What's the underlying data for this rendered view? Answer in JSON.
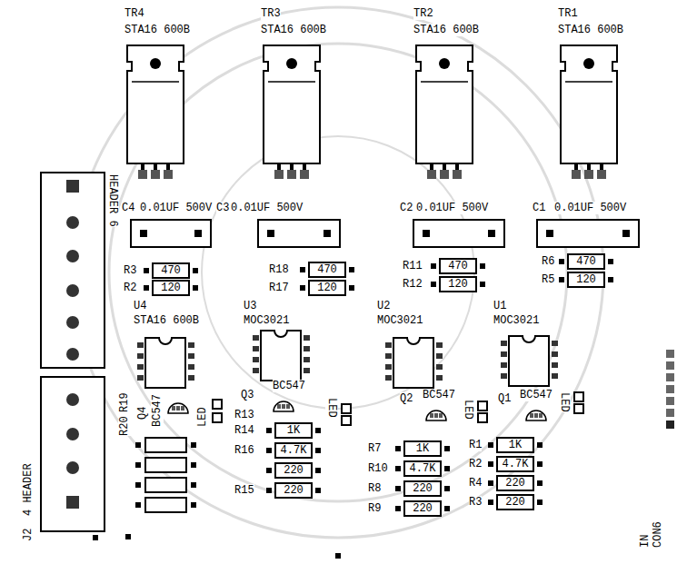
{
  "diagram": {
    "nodes": [
      {
        "text": [
          "TR4",
          "STA16 600B"
        ]
      },
      {
        "text": [
          "TR3",
          "STA16 600B"
        ]
      },
      {
        "text": [
          "TR2",
          "STA16 600B"
        ]
      },
      {
        "text": [
          "TR1",
          "STA16 600B"
        ]
      },
      {
        "text": [
          "HEADER 6"
        ]
      },
      {
        "text": [
          "C4",
          "0.01UF 500V"
        ]
      },
      {
        "text": [
          "C3",
          "0.01UF 500V"
        ]
      },
      {
        "text": [
          "C2",
          "0.01UF 500V"
        ]
      },
      {
        "text": [
          "C1",
          "0.01UF 500V"
        ]
      },
      {
        "text": [
          "470"
        ]
      },
      {
        "text": [
          "470"
        ]
      },
      {
        "text": [
          "470"
        ]
      },
      {
        "text": [
          "470"
        ]
      },
      {
        "text": [
          "120"
        ]
      },
      {
        "text": [
          "120"
        ]
      },
      {
        "text": [
          "120"
        ]
      },
      {
        "text": [
          "120"
        ]
      },
      {
        "text": [
          "U4",
          "STA16 600B"
        ]
      },
      {
        "text": [
          "U3",
          "MOC3021"
        ]
      },
      {
        "text": [
          "U2",
          "MOC3021"
        ]
      },
      {
        "text": [
          "U1",
          "MOC3021"
        ]
      },
      {
        "text": [
          "J2",
          "4 HEADER"
        ]
      },
      {
        "text": [
          "1K"
        ]
      },
      {
        "text": [
          "4.7K"
        ]
      },
      {
        "text": [
          "220"
        ]
      },
      {
        "text": [
          "220"
        ]
      },
      {
        "text": [
          "1K"
        ]
      },
      {
        "text": [
          "4.7K"
        ]
      },
      {
        "text": [
          "220"
        ]
      },
      {
        "text": [
          "220"
        ]
      },
      {
        "text": [
          "1K"
        ]
      },
      {
        "text": [
          "4.7K"
        ]
      },
      {
        "text": [
          "220"
        ]
      },
      {
        "text": [
          "220"
        ]
      }
    ],
    "labels": [
      "R3",
      "R2",
      "R18",
      "R17",
      "R11",
      "R12",
      "R6",
      "R5",
      "Q4",
      "BC547",
      "LED",
      "R20",
      "R19",
      "Q3",
      "BC547",
      "LED",
      "R13",
      "R14",
      "R16",
      "R15",
      "Q2",
      "BC547",
      "LED",
      "R7",
      "R10",
      "R8",
      "R9",
      "Q1",
      "BC547",
      "LED",
      "R1",
      "R2",
      "R4",
      "R3",
      "IN",
      "CON6"
    ]
  }
}
